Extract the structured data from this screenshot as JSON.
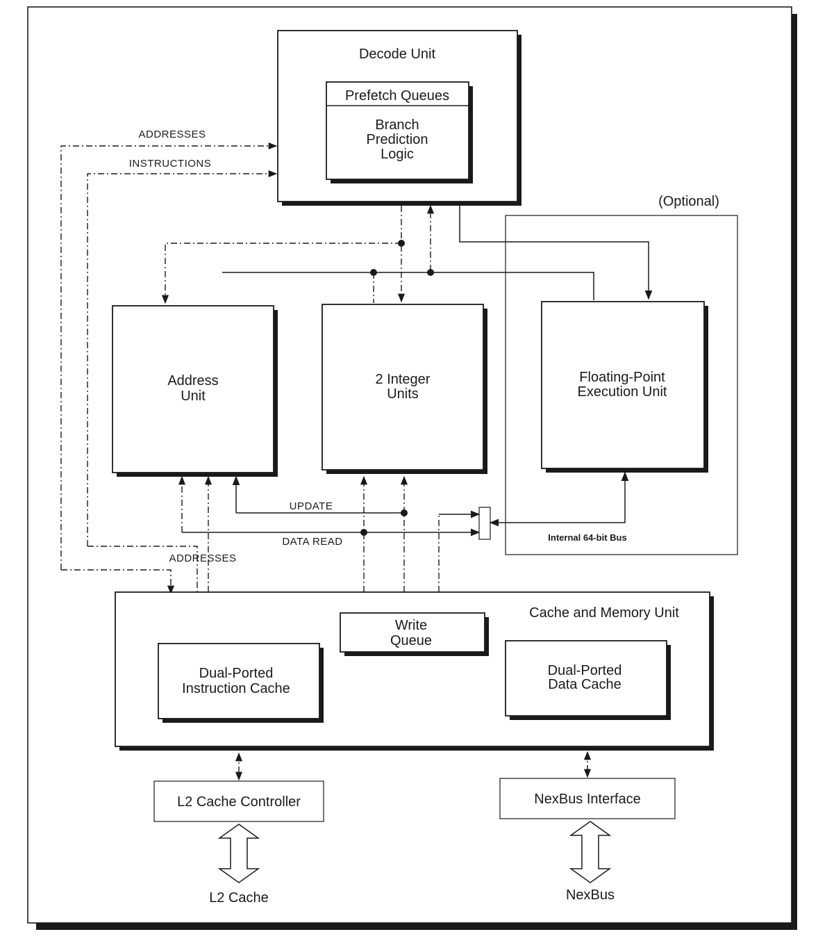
{
  "decode_unit": {
    "title": "Decode Unit",
    "prefetch_label": "Prefetch Queues",
    "branch_line1": "Branch",
    "branch_line2": "Prediction",
    "branch_line3": "Logic"
  },
  "buses": {
    "addresses_top": "ADDRESSES",
    "instructions": "INSTRUCTIONS",
    "update": "UPDATE",
    "data_read": "DATA READ",
    "addresses_bottom": "ADDRESSES",
    "internal_bus": "Internal 64-bit Bus"
  },
  "optional_label": "(Optional)",
  "address_unit": {
    "line1": "Address",
    "line2": "Unit"
  },
  "integer_units": {
    "line1": "2 Integer",
    "line2": "Units"
  },
  "fpu": {
    "line1": "Floating-Point",
    "line2": "Execution Unit"
  },
  "cache_memory": {
    "title": "Cache and Memory Unit",
    "write_queue_line1": "Write",
    "write_queue_line2": "Queue",
    "icache_line1": "Dual-Ported",
    "icache_line2": "Instruction Cache",
    "dcache_line1": "Dual-Ported",
    "dcache_line2": "Data Cache"
  },
  "l2_controller": "L2 Cache Controller",
  "nexbus_interface": "NexBus Interface",
  "l2_cache": "L2 Cache",
  "nexbus": "NexBus"
}
